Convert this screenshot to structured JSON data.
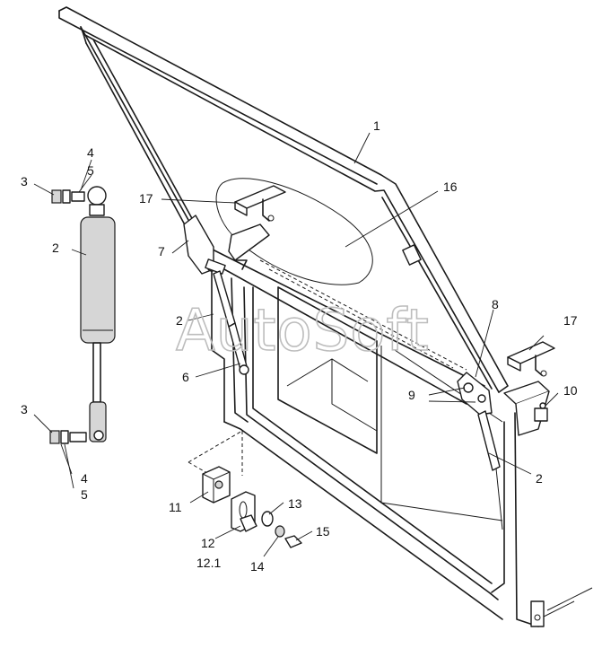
{
  "callouts": {
    "c1": "1",
    "c2_left": "2",
    "c2_mid": "2",
    "c2_right": "2",
    "c3_top": "3",
    "c3_bottom": "3",
    "c4_top": "4",
    "c4_bottom": "4",
    "c5_top": "5",
    "c5_bottom": "5",
    "c6": "6",
    "c7": "7",
    "c8": "8",
    "c9": "9",
    "c10": "10",
    "c11": "11",
    "c12": "12",
    "c12_1": "12.1",
    "c13": "13",
    "c14": "14",
    "c15": "15",
    "c16": "16",
    "c17_left": "17",
    "c17_right": "17"
  },
  "watermark": "AutoSoft"
}
